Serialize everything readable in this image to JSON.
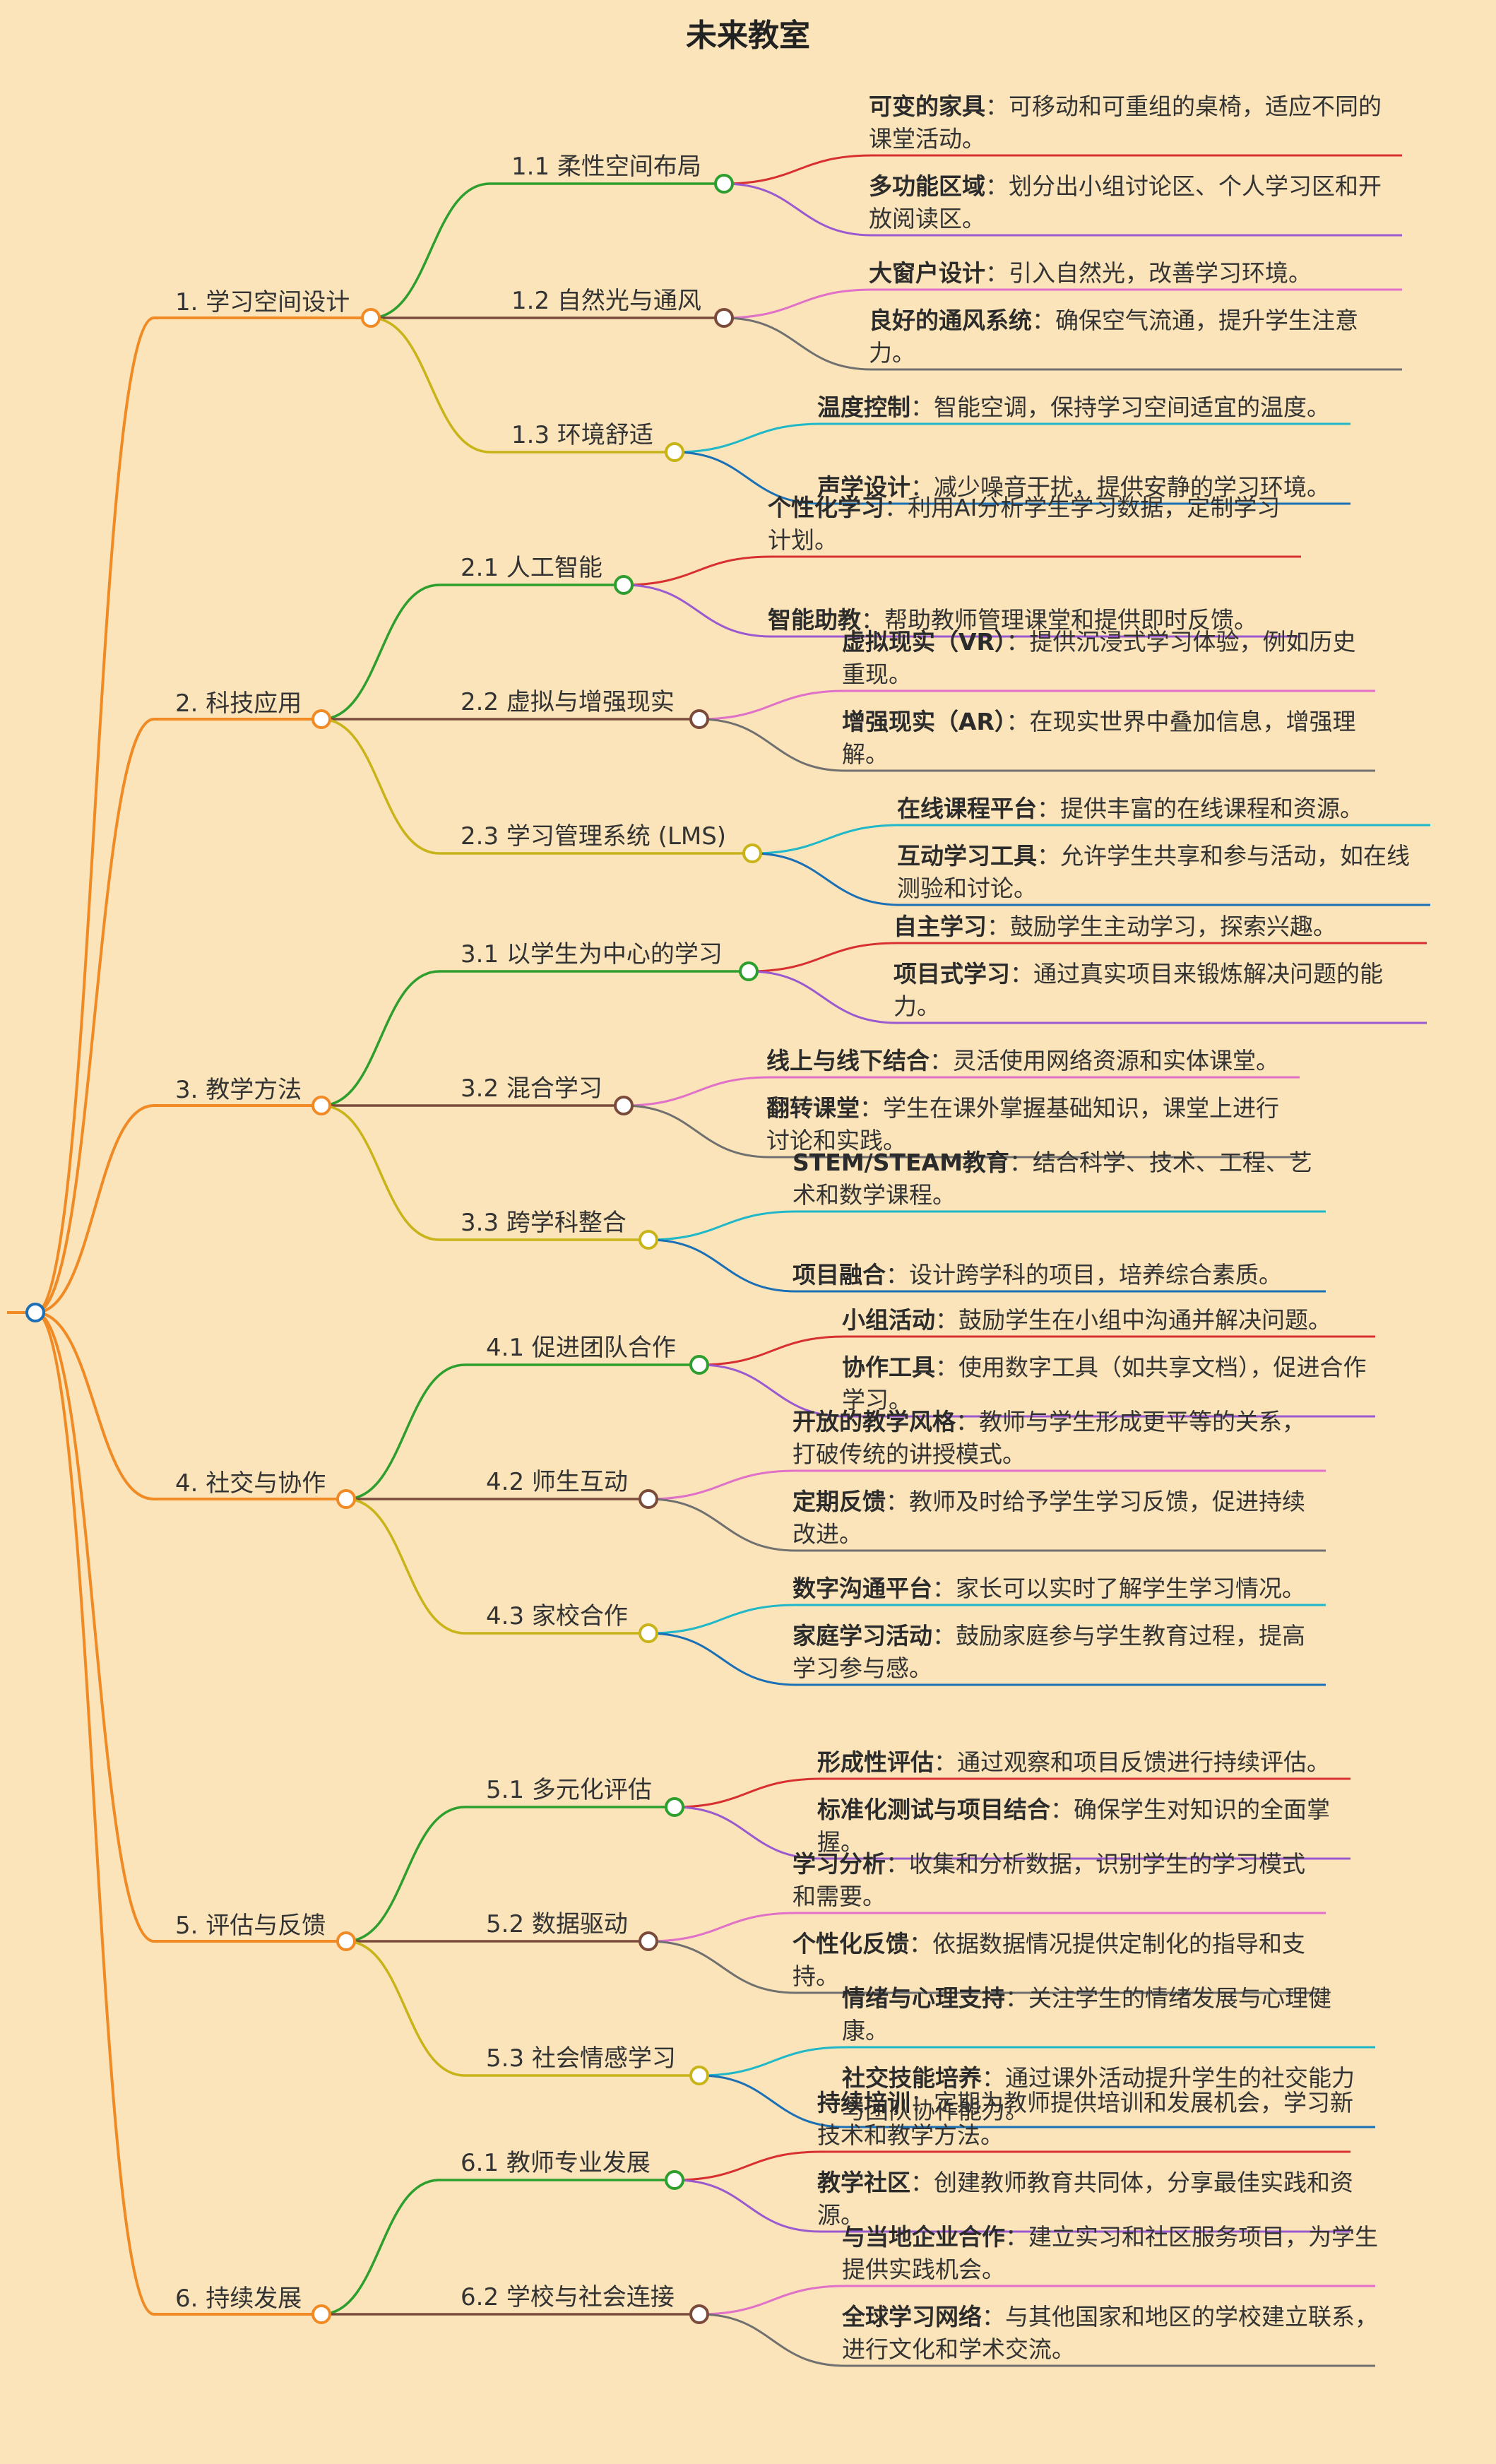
{
  "title": "未来教室",
  "colors": {
    "background": "#fbe4b9",
    "root_line": "#f08a24",
    "branch_lines": [
      "#2e9e2e",
      "#7a4b3a",
      "#c8b418"
    ],
    "leaf_lines": [
      [
        "#d83030",
        "#9b59d0"
      ],
      [
        "#e070c8",
        "#707070"
      ],
      [
        "#20b8c8",
        "#1a6fb5"
      ]
    ]
  },
  "tree": [
    {
      "label": "1. 学习空间设计",
      "children": [
        {
          "label": "1.1 柔性空间布局",
          "children": [
            {
              "bold": "可变的家具",
              "text": "：可移动和可重组的桌椅，适应不同的课堂活动。"
            },
            {
              "bold": "多功能区域",
              "text": "：划分出小组讨论区、个人学习区和开放阅读区。"
            }
          ]
        },
        {
          "label": "1.2 自然光与通风",
          "children": [
            {
              "bold": "大窗户设计",
              "text": "：引入自然光，改善学习环境。"
            },
            {
              "bold": "良好的通风系统",
              "text": "：确保空气流通，提升学生注意力。"
            }
          ]
        },
        {
          "label": "1.3 环境舒适",
          "children": [
            {
              "bold": "温度控制",
              "text": "：智能空调，保持学习空间适宜的温度。"
            },
            {
              "bold": "声学设计",
              "text": "：减少噪音干扰，提供安静的学习环境。"
            }
          ]
        }
      ]
    },
    {
      "label": "2. 科技应用",
      "children": [
        {
          "label": "2.1 人工智能",
          "children": [
            {
              "bold": "个性化学习",
              "text": "：利用AI分析学生学习数据，定制学习计划。"
            },
            {
              "bold": "智能助教",
              "text": "：帮助教师管理课堂和提供即时反馈。"
            }
          ]
        },
        {
          "label": "2.2 虚拟与增强现实",
          "children": [
            {
              "bold": "虚拟现实（VR）",
              "text": "：提供沉浸式学习体验，例如历史重现。"
            },
            {
              "bold": "增强现实（AR）",
              "text": "：在现实世界中叠加信息，增强理解。"
            }
          ]
        },
        {
          "label": "2.3 学习管理系统 (LMS)",
          "children": [
            {
              "bold": "在线课程平台",
              "text": "：提供丰富的在线课程和资源。"
            },
            {
              "bold": "互动学习工具",
              "text": "：允许学生共享和参与活动，如在线测验和讨论。"
            }
          ]
        }
      ]
    },
    {
      "label": "3. 教学方法",
      "children": [
        {
          "label": "3.1 以学生为中心的学习",
          "children": [
            {
              "bold": "自主学习",
              "text": "：鼓励学生主动学习，探索兴趣。"
            },
            {
              "bold": "项目式学习",
              "text": "：通过真实项目来锻炼解决问题的能力。"
            }
          ]
        },
        {
          "label": "3.2 混合学习",
          "children": [
            {
              "bold": "线上与线下结合",
              "text": "：灵活使用网络资源和实体课堂。"
            },
            {
              "bold": "翻转课堂",
              "text": "：学生在课外掌握基础知识，课堂上进行讨论和实践。"
            }
          ]
        },
        {
          "label": "3.3 跨学科整合",
          "children": [
            {
              "bold": "STEM/STEAM教育",
              "text": "：结合科学、技术、工程、艺术和数学课程。"
            },
            {
              "bold": "项目融合",
              "text": "：设计跨学科的项目，培养综合素质。"
            }
          ]
        }
      ]
    },
    {
      "label": "4. 社交与协作",
      "children": [
        {
          "label": "4.1 促进团队合作",
          "children": [
            {
              "bold": "小组活动",
              "text": "：鼓励学生在小组中沟通并解决问题。"
            },
            {
              "bold": "协作工具",
              "text": "：使用数字工具（如共享文档），促进合作学习。"
            }
          ]
        },
        {
          "label": "4.2 师生互动",
          "children": [
            {
              "bold": "开放的教学风格",
              "text": "：教师与学生形成更平等的关系，打破传统的讲授模式。"
            },
            {
              "bold": "定期反馈",
              "text": "：教师及时给予学生学习反馈，促进持续改进。"
            }
          ]
        },
        {
          "label": "4.3 家校合作",
          "children": [
            {
              "bold": "数字沟通平台",
              "text": "：家长可以实时了解学生学习情况。"
            },
            {
              "bold": "家庭学习活动",
              "text": "：鼓励家庭参与学生教育过程，提高学习参与感。"
            }
          ]
        }
      ]
    },
    {
      "label": "5. 评估与反馈",
      "children": [
        {
          "label": "5.1 多元化评估",
          "children": [
            {
              "bold": "形成性评估",
              "text": "：通过观察和项目反馈进行持续评估。"
            },
            {
              "bold": "标准化测试与项目结合",
              "text": "：确保学生对知识的全面掌握。"
            }
          ]
        },
        {
          "label": "5.2 数据驱动",
          "children": [
            {
              "bold": "学习分析",
              "text": "：收集和分析数据，识别学生的学习模式和需要。"
            },
            {
              "bold": "个性化反馈",
              "text": "：依据数据情况提供定制化的指导和支持。"
            }
          ]
        },
        {
          "label": "5.3 社会情感学习",
          "children": [
            {
              "bold": "情绪与心理支持",
              "text": "：关注学生的情绪发展与心理健康。"
            },
            {
              "bold": "社交技能培养",
              "text": "：通过课外活动提升学生的社交能力与团队协作能力。"
            }
          ]
        }
      ]
    },
    {
      "label": "6. 持续发展",
      "children": [
        {
          "label": "6.1 教师专业发展",
          "children": [
            {
              "bold": "持续培训",
              "text": "：定期为教师提供培训和发展机会，学习新技术和教学方法。"
            },
            {
              "bold": "教学社区",
              "text": "：创建教师教育共同体，分享最佳实践和资源。"
            }
          ]
        },
        {
          "label": "6.2 学校与社会连接",
          "children": [
            {
              "bold": "与当地企业合作",
              "text": "：建立实习和社区服务项目，为学生提供实践机会。"
            },
            {
              "bold": "全球学习网络",
              "text": "：与其他国家和地区的学校建立联系，进行文化和学术交流。"
            }
          ]
        }
      ]
    }
  ]
}
